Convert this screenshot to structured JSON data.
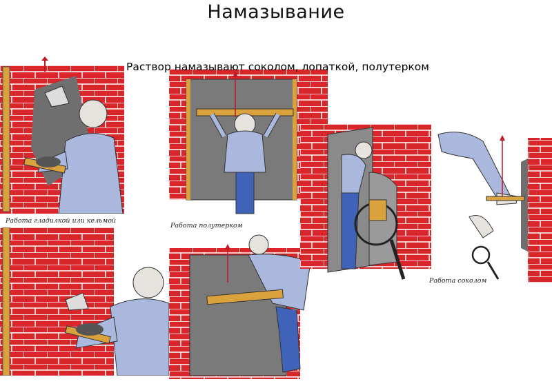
{
  "slide": {
    "title": "Намазывание",
    "subtitle": "Раствор намазывают соколом, лопаткой, полутерком"
  },
  "captions": {
    "trowel": "Работа гладилкой или кельмой",
    "float": "Работа полутерком",
    "hawk": "Работа соколом"
  },
  "colors": {
    "brick": "#d8262b",
    "mortar": "#777777",
    "shirt": "#aab8de",
    "pants": "#3f63b8",
    "wood": "#d9a23c"
  }
}
